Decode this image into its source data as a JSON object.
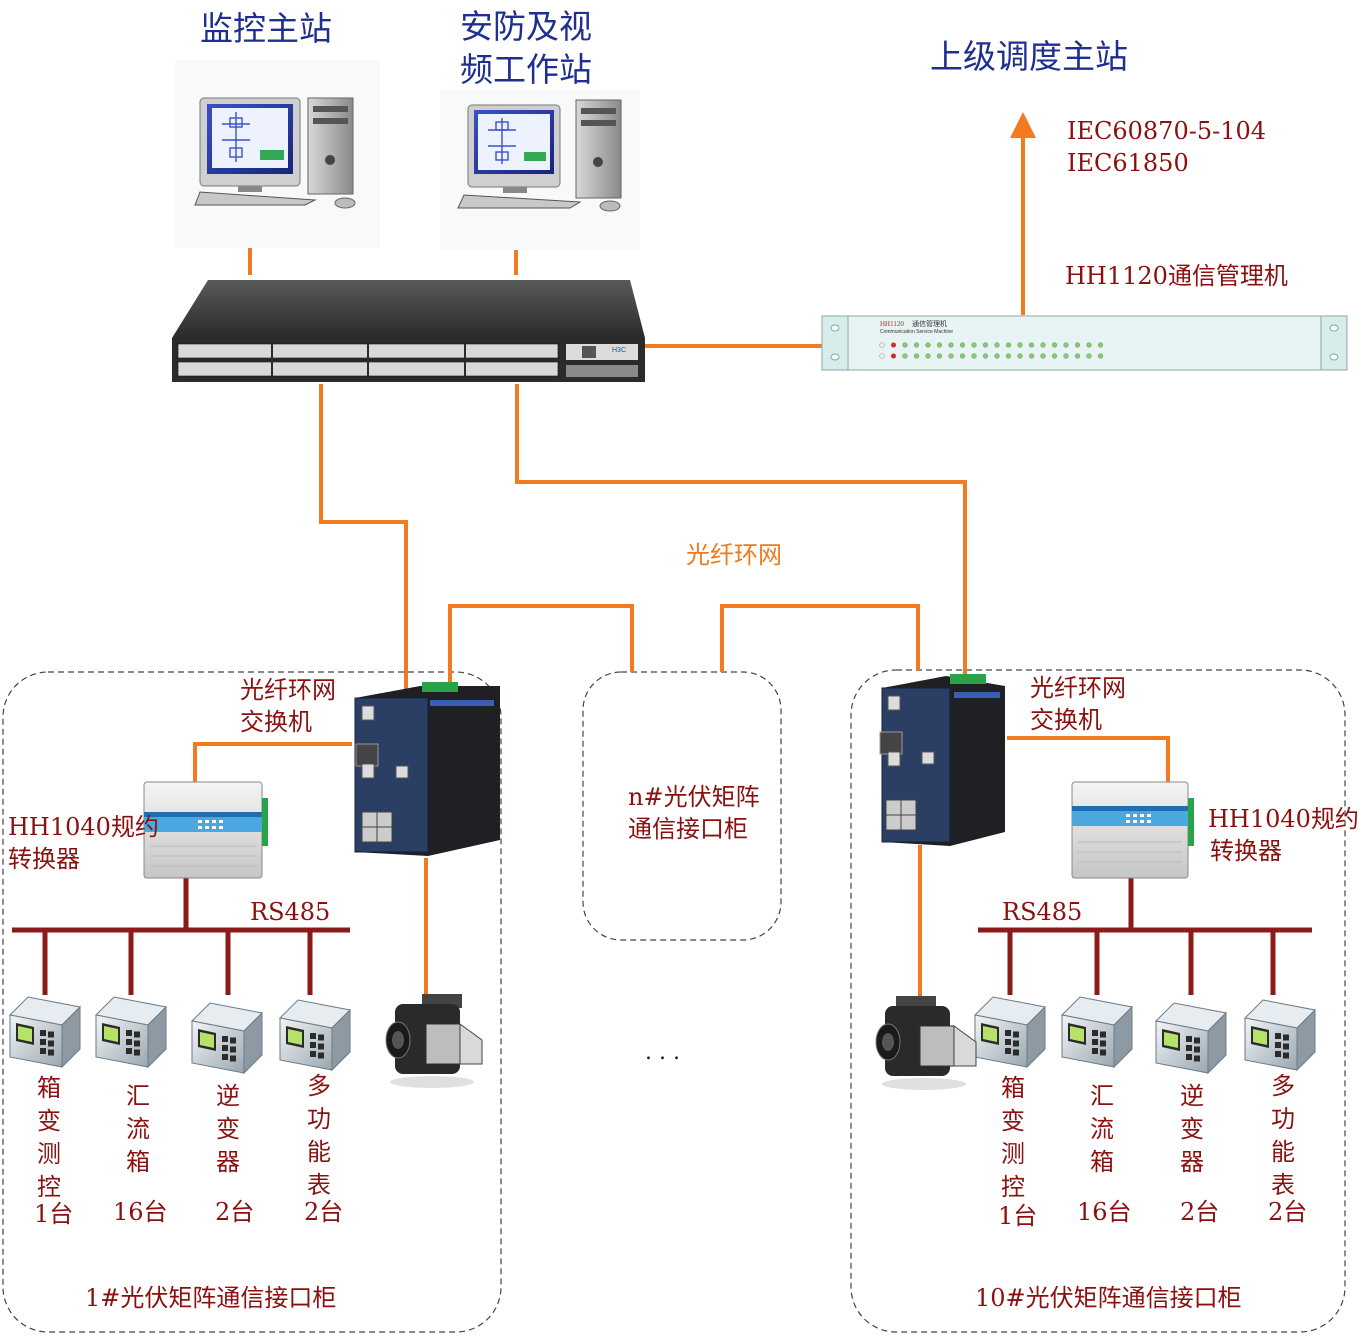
{
  "titles": {
    "monitor_station": "监控主站",
    "security_video_line1": "安防及视",
    "security_video_line2": "频工作站",
    "upper_dispatch": "上级调度主站"
  },
  "protocols": [
    "IEC60870-5-104",
    "IEC61850"
  ],
  "comm_manager": {
    "label": "HH1120通信管理机",
    "panel_model": "HH1120",
    "panel_name": "通信管理机",
    "panel_subtitle": "Communication Service Machine"
  },
  "switch": {
    "brand": "H3C"
  },
  "fiber_ring": "光纤环网",
  "cabinet_left": {
    "ring_switch_line1": "光纤环网",
    "ring_switch_line2": "交换机",
    "converter_line1": "HH1040规约",
    "converter_line2": "转换器",
    "bus": "RS485",
    "devices": [
      {
        "name": "箱变测控",
        "count": "1台"
      },
      {
        "name": "汇流箱",
        "count": "16台"
      },
      {
        "name": "逆变器",
        "count": "2台"
      },
      {
        "name": "多功能表",
        "count": "2台"
      }
    ],
    "footer": "1#光伏矩阵通信接口柜"
  },
  "cabinet_middle": {
    "line1": "n#光伏矩阵",
    "line2": "通信接口柜",
    "ellipsis": ". . ."
  },
  "cabinet_right": {
    "ring_switch_line1": "光纤环网",
    "ring_switch_line2": "交换机",
    "converter_line1": "HH1040规约",
    "converter_line2": "转换器",
    "bus": "RS485",
    "devices": [
      {
        "name": "箱变测控",
        "count": "1台"
      },
      {
        "name": "汇流箱",
        "count": "16台"
      },
      {
        "name": "逆变器",
        "count": "2台"
      },
      {
        "name": "多功能表",
        "count": "2台"
      }
    ],
    "footer": "10#光伏矩阵通信接口柜"
  },
  "colors": {
    "fiber": "#f47a20",
    "bus": "#8b1a1a",
    "title_text": "#1f2f8f",
    "label_text": "#8b1010"
  }
}
